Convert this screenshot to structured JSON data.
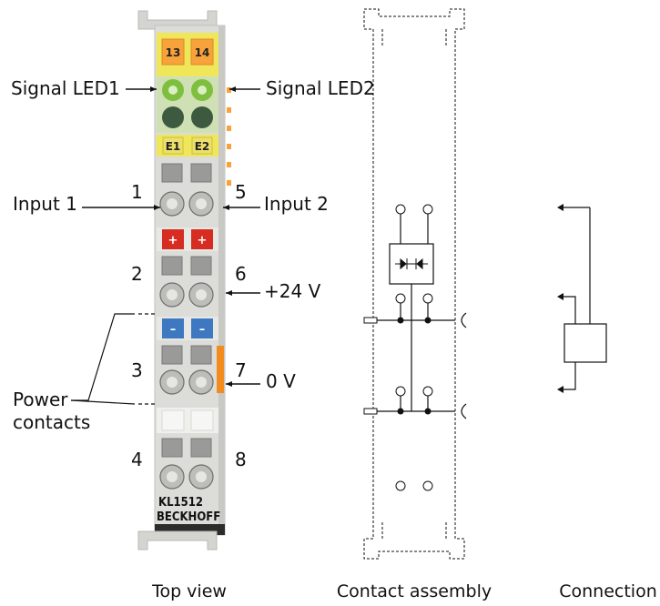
{
  "terminal": {
    "tag_13": "13",
    "tag_14": "14",
    "tag_e1": "E1",
    "tag_e2": "E2",
    "plus_1": "+",
    "plus_2": "+",
    "minus_1": "–",
    "minus_2": "–",
    "model": "KL1512",
    "brand": "BECKHOFF"
  },
  "labels": {
    "signal_led1": "Signal LED1",
    "signal_led2": "Signal LED2",
    "input1": "Input 1",
    "input2": "Input 2",
    "plus24": "+24 V",
    "zero_v": "0 V",
    "power": "Power",
    "contacts": "contacts"
  },
  "numbers": [
    "1",
    "5",
    "2",
    "6",
    "3",
    "7",
    "4",
    "8"
  ],
  "captions": {
    "top_view": "Top view",
    "contact_assembly": "Contact assembly",
    "connection": "Connection"
  },
  "colors": {
    "tag_orange": "#f7a23a",
    "led_green": "#7fbf3f",
    "led_dark": "#3d5a40",
    "yellow_band": "#f0e65a",
    "red_plus": "#d62c22",
    "blue_minus": "#3d78c0",
    "orange_stripe": "#f28c1e",
    "body_grey": "#d9d9d6"
  }
}
